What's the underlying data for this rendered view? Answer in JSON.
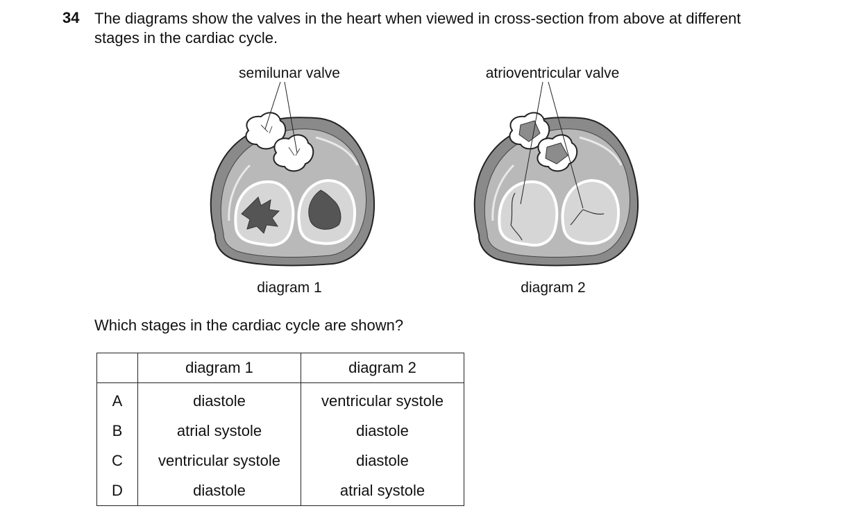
{
  "question": {
    "number": "34",
    "text": "The diagrams show the valves in the heart when viewed in cross-section from above at different stages in the cardiac cycle.",
    "prompt": "Which stages in the cardiac cycle are shown?"
  },
  "figure": {
    "label_left": "semilunar valve",
    "label_right": "atrioventricular valve",
    "caption_1": "diagram 1",
    "caption_2": "diagram 2"
  },
  "table": {
    "headers": [
      "",
      "diagram 1",
      "diagram 2"
    ],
    "rows": [
      {
        "letter": "A",
        "d1": "diastole",
        "d2": "ventricular systole"
      },
      {
        "letter": "B",
        "d1": "atrial systole",
        "d2": "diastole"
      },
      {
        "letter": "C",
        "d1": "ventricular systole",
        "d2": "diastole"
      },
      {
        "letter": "D",
        "d1": "diastole",
        "d2": "atrial systole"
      }
    ]
  }
}
